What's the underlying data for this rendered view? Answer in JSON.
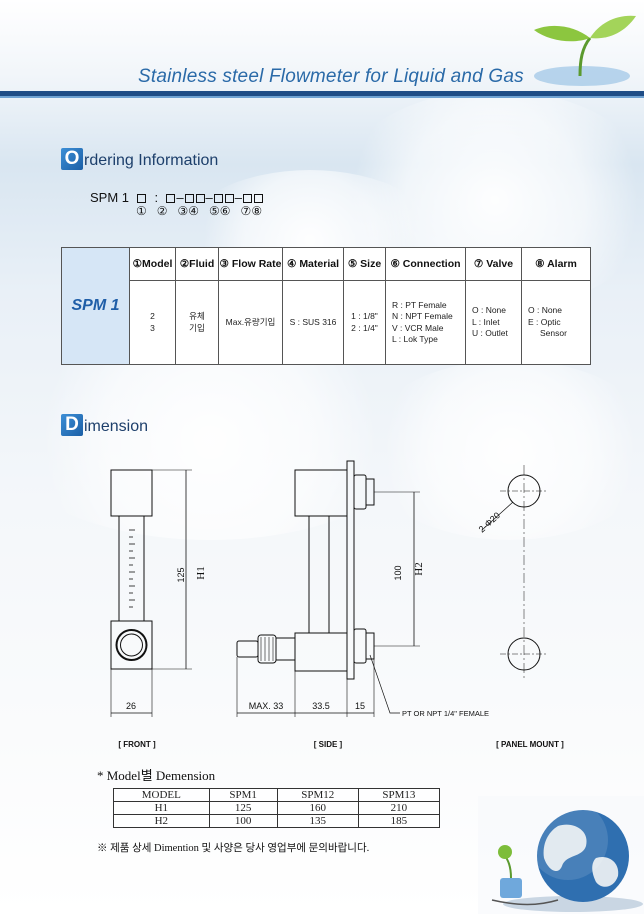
{
  "header": {
    "title": "Stainless steel Flowmeter for Liquid  and Gas"
  },
  "ordering": {
    "cap": "O",
    "rest": "rdering ",
    "cap2": "I",
    "rest2": "nformation",
    "code_prefix": "SPM 1",
    "code_nums": "①   ②   ③④   ⑤⑥   ⑦⑧"
  },
  "order_table": {
    "model_name": "SPM 1",
    "headers": [
      "①Model",
      "②Fluid",
      "③ Flow Rate",
      "④ Material",
      "⑤ Size",
      "⑥ Connection",
      "⑦  Valve",
      "⑧ Alarm"
    ],
    "model_values": [
      "2",
      "3"
    ],
    "fluid_values": [
      "유체",
      "기입"
    ],
    "flow_rate": "Max.유량기입",
    "material": "S : SUS 316",
    "size_values": [
      "1 : 1/8\"",
      "2 : 1/4\""
    ],
    "connection_values": [
      "R : PT Female",
      "N : NPT Female",
      "V : VCR Male",
      "L : Lok Type"
    ],
    "valve_values": [
      "O : None",
      "L : Inlet",
      "U : Outlet"
    ],
    "alarm_values": [
      "O : None",
      "E : Optic",
      "Sensor"
    ]
  },
  "dimension": {
    "cap": "D",
    "rest": "imension",
    "labels": {
      "front": "[ FRONT ]",
      "side": "[ SIDE ]",
      "panel": "[ PANEL MOUNT ]",
      "h1": "H1",
      "h2": "H2",
      "d125": "125",
      "d100": "100",
      "d26": "26",
      "max33": "MAX. 33",
      "d335": "33.5",
      "d15": "15",
      "hole": "2-Φ20",
      "port": "PT OR NPT 1/4\" FEMALE"
    }
  },
  "dim_table": {
    "title": "* Model별 Demension",
    "headers": [
      "MODEL",
      "SPM1",
      "SPM12",
      "SPM13"
    ],
    "rows": [
      [
        "H1",
        "125",
        "160",
        "210"
      ],
      [
        "H2",
        "100",
        "135",
        "185"
      ]
    ]
  },
  "footnote": "※ 제품 상세 Dimention 및 사양은 당사 영업부에 문의바랍니다."
}
